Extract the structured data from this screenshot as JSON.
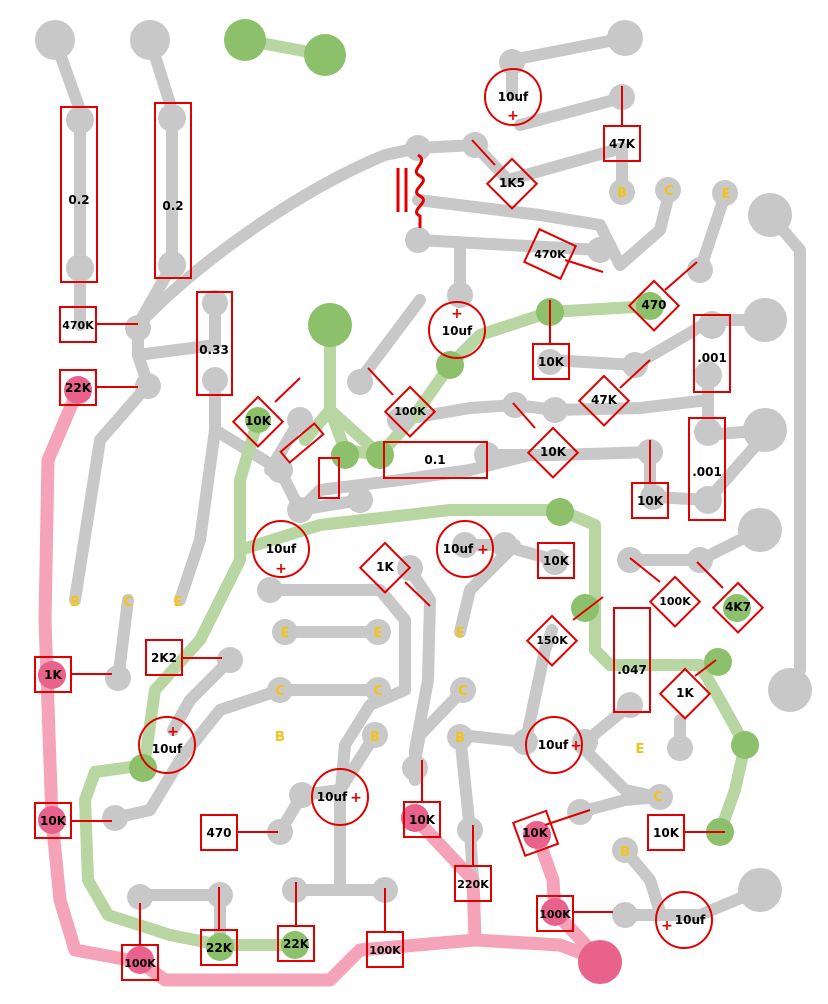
{
  "resistors": {
    "r_02_a": "0.2",
    "r_02_b": "0.2",
    "r_470k_left": "470K",
    "r_22k_left": "22K",
    "r_033": "0.33",
    "r_1k5": "1K5",
    "r_47k_top": "47K",
    "r_470k_mid": "470K",
    "r_470_green": "470",
    "r_10k_a": "10K",
    "r_001_a": ".001",
    "r_100k_mid": "100K",
    "r_10k_left_diag": "10K",
    "r_47k_right": "47K",
    "r_01": "0.1",
    "r_10k_diag_mid": "10K",
    "r_001_b": ".001",
    "r_10k_b": "10K",
    "r_1k_diag": "1K",
    "r_10k_c": "10K",
    "r_100k_right": "100K",
    "r_4k7": "4K7",
    "r_150k": "150K",
    "r_047": ".047",
    "r_1k_right": "1K",
    "r_1k_left": "1K",
    "r_2k2": "2K2",
    "r_10k_left": "10K",
    "r_470_low": "470",
    "r_10k_mid_low": "10K",
    "r_10k_diag_low": "10K",
    "r_10k_right_low": "10K",
    "r_220k": "220K",
    "r_100k_low": "100K",
    "r_22k_a": "22K",
    "r_22k_b": "22K",
    "r_100k_bl": "100K",
    "r_100k_bm": "100K"
  },
  "capacitors": {
    "c_top": "10uf",
    "c_mid": "10uf",
    "c_left": "10uf",
    "c_center": "10uf",
    "c_right": "10uf",
    "c_lowleft": "10uf",
    "c_low": "10uf",
    "c_br": "10uf",
    "plus": "+"
  },
  "pins": {
    "b": "B",
    "c": "C",
    "e": "E"
  }
}
